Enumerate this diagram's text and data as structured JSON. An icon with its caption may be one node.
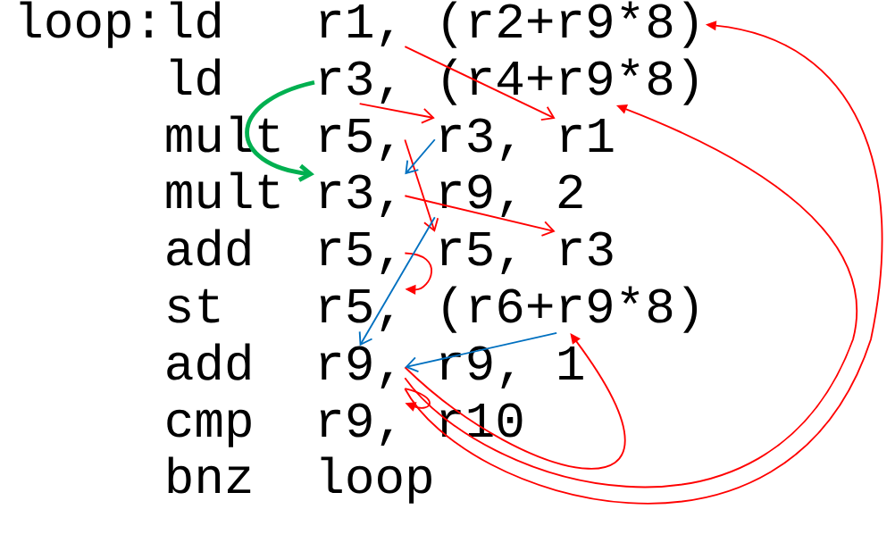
{
  "diagram": {
    "nodes": [
      {
        "text": [
          "r1,"
        ]
      },
      {
        "text": [
          "(r2+r9*8)"
        ]
      },
      {
        "text": [
          "r3,"
        ]
      },
      {
        "text": [
          "(r4+r9*8)"
        ]
      },
      {
        "text": [
          "r5,"
        ]
      },
      {
        "text": [
          "r3,"
        ]
      },
      {
        "text": [
          "r1"
        ]
      },
      {
        "text": [
          "r3,"
        ]
      },
      {
        "text": [
          "r9,"
        ]
      },
      {
        "text": [
          "r5,"
        ]
      },
      {
        "text": [
          "r5,"
        ]
      },
      {
        "text": [
          "r3"
        ]
      },
      {
        "text": [
          "r5,"
        ]
      },
      {
        "text": [
          "(r6+r9*8)"
        ]
      },
      {
        "text": [
          "r9,"
        ]
      },
      {
        "text": [
          "r9,"
        ]
      }
    ],
    "edges": [
      {
        "from": 0,
        "to": 6,
        "arrow": "to"
      },
      {
        "from": 2,
        "to": 5,
        "arrow": "to"
      },
      {
        "from": 4,
        "to": 10,
        "arrow": "to"
      },
      {
        "from": 7,
        "to": 11,
        "arrow": "to"
      },
      {
        "from": 9,
        "to": 12,
        "arrow": "to"
      },
      {
        "from": 14,
        "to": 15,
        "arrow": "to"
      },
      {
        "from": 14,
        "to": 13,
        "arrow": "to"
      },
      {
        "from": 14,
        "to": 3,
        "arrow": "to"
      },
      {
        "from": 14,
        "to": 1,
        "arrow": "to"
      },
      {
        "from": 5,
        "to": 7,
        "arrow": "to",
        "color": "#0070c0"
      },
      {
        "from": 8,
        "to": 14,
        "arrow": "to",
        "color": "#0070c0"
      },
      {
        "from": 13,
        "to": 14,
        "arrow": "to",
        "color": "#0070c0"
      },
      {
        "from": 2,
        "to": 7,
        "arrow": "to",
        "style": "thick",
        "color": "#00b050"
      }
    ],
    "labels": [
      "loop:",
      "ld",
      "ld",
      "mult",
      "mult",
      "2",
      "add",
      "st",
      "add",
      "r9,",
      "1",
      "cmp",
      "r10",
      "bnz",
      "loop"
    ]
  }
}
